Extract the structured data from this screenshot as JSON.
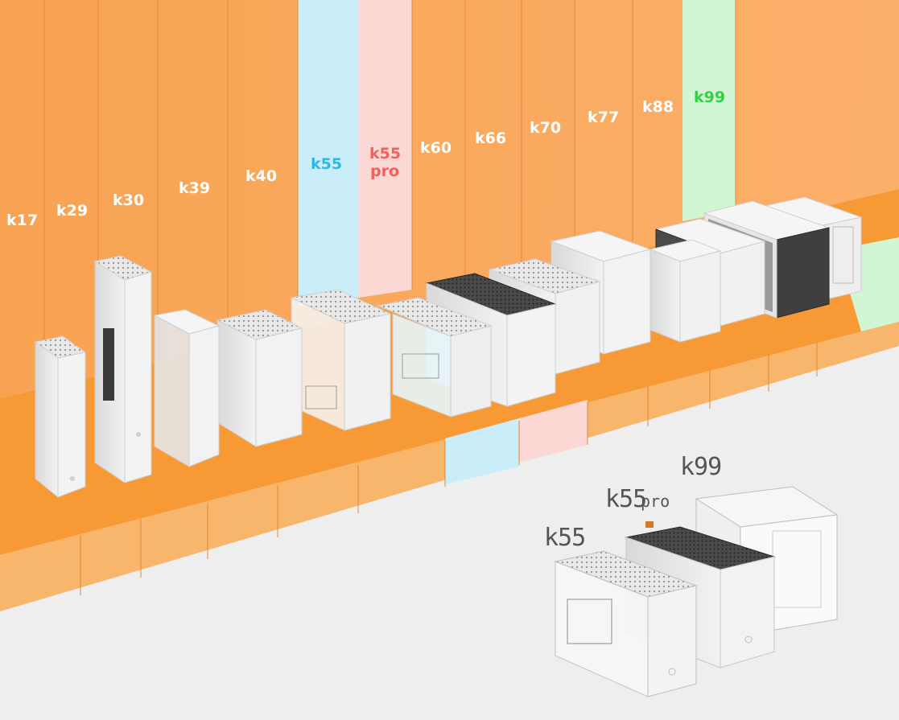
{
  "lineup": {
    "models": [
      {
        "label": "k17"
      },
      {
        "label": "k29"
      },
      {
        "label": "k30"
      },
      {
        "label": "k39"
      },
      {
        "label": "k40"
      },
      {
        "label": "k55",
        "color": "#2fb8e6"
      },
      {
        "label": "k55",
        "label2": "pro",
        "color": "#f0615c"
      },
      {
        "label": "k60"
      },
      {
        "label": "k66"
      },
      {
        "label": "k70"
      },
      {
        "label": "k77"
      },
      {
        "label": "k88"
      },
      {
        "label": "k99",
        "color": "#35d04a"
      }
    ]
  },
  "compare": {
    "k55": "k55",
    "k55pro_main": "k55",
    "k55pro_sub": "pro",
    "k99": "k99"
  },
  "colors": {
    "orange_wall": "#f9a55a",
    "orange_floor": "#f7962f",
    "highlight_blue": "#c9eefa",
    "highlight_red": "#fcd8d4",
    "highlight_green": "#d2f5d4",
    "case_white": "#f4f4f4"
  }
}
